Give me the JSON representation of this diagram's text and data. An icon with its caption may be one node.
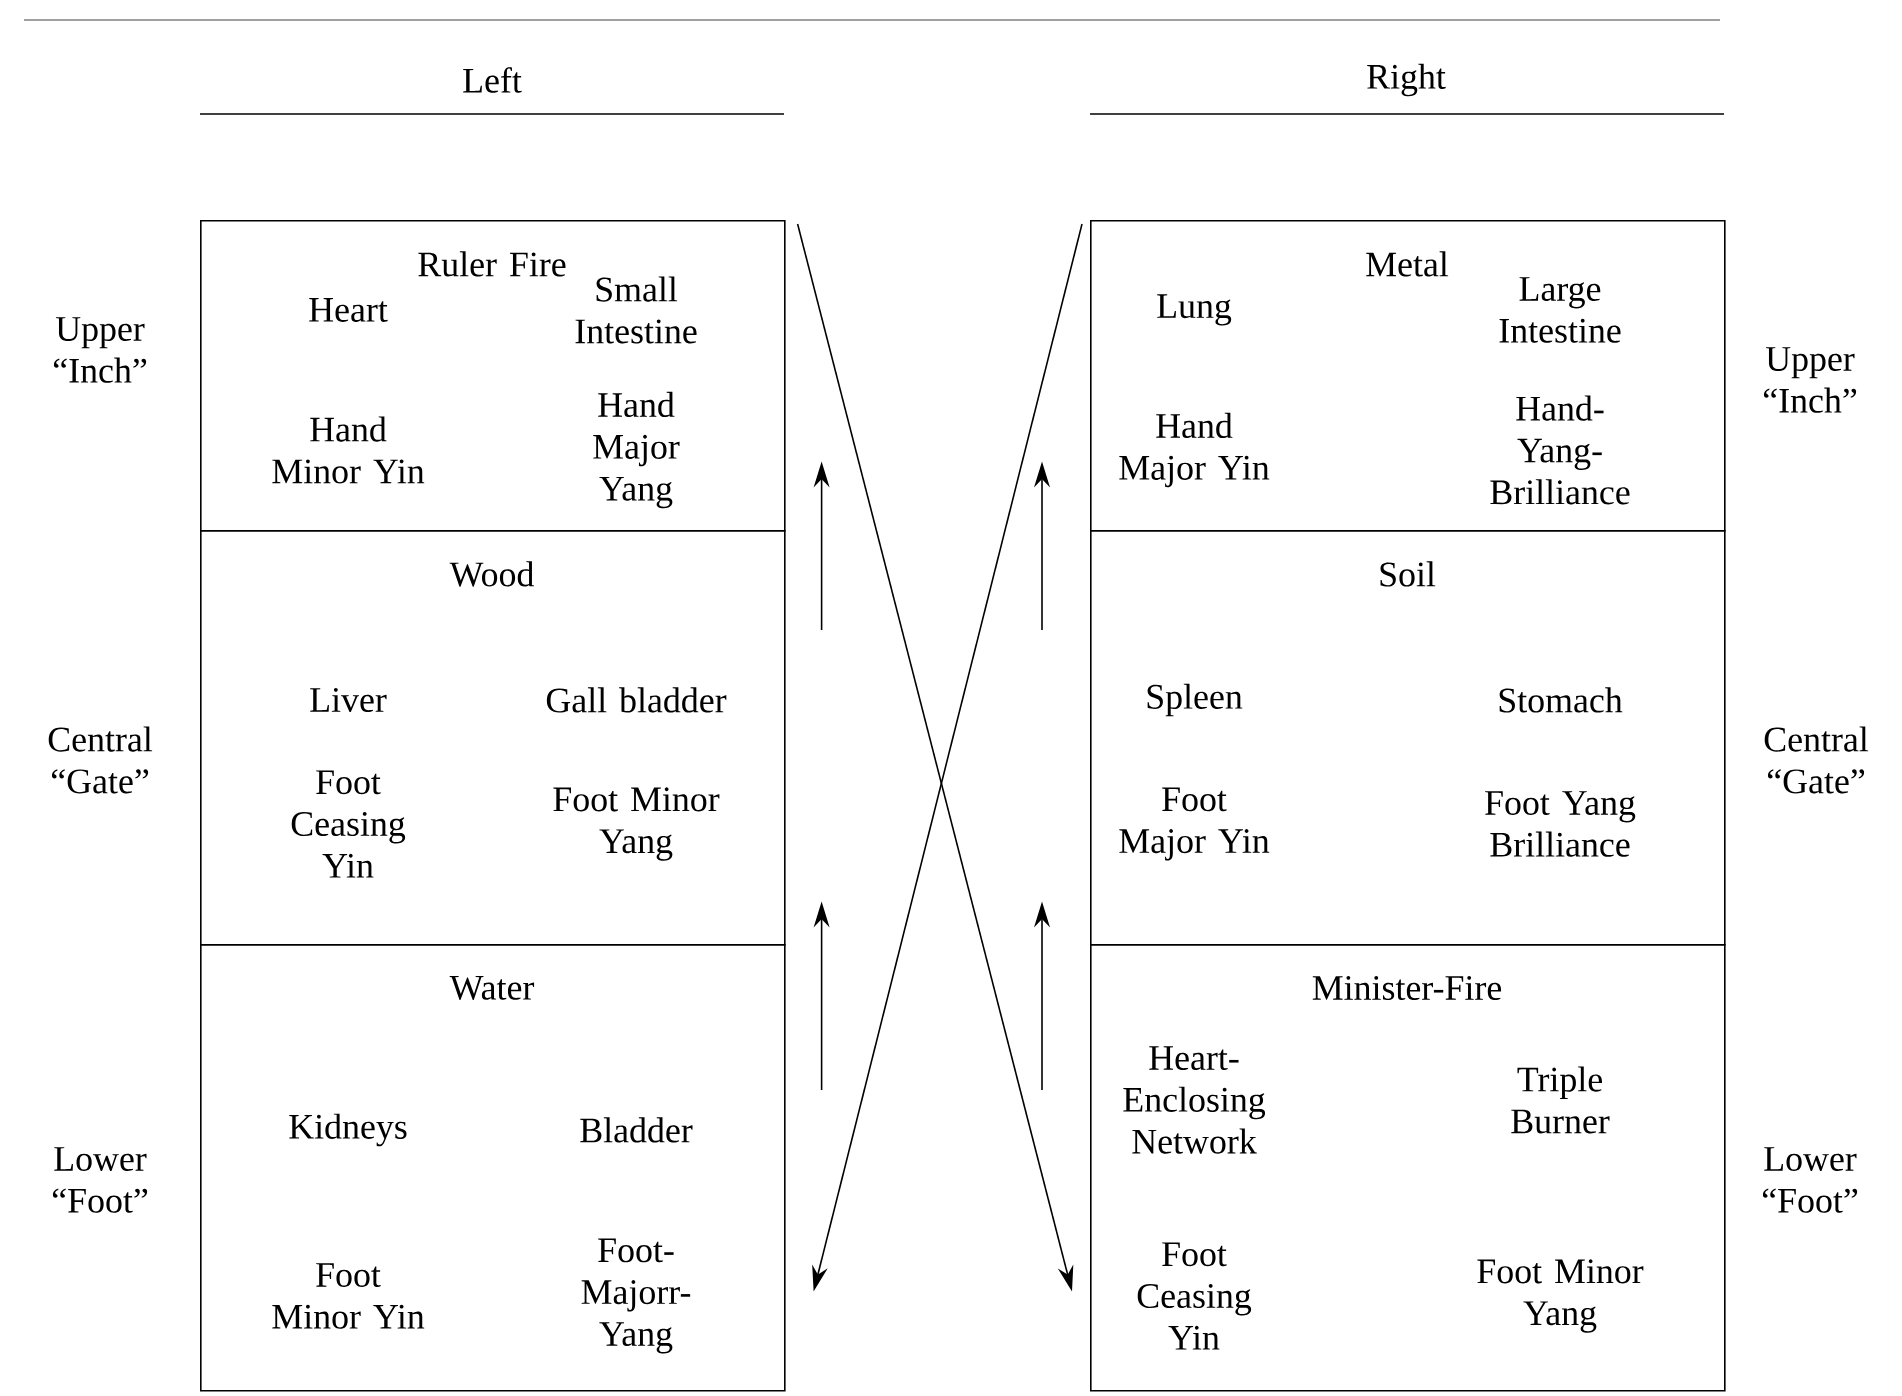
{
  "diagram": {
    "nodes": [
      {
        "text": [
          "Ruler Fire",
          "Heart",
          "Small Intestine",
          "Hand Minor Yin",
          "Hand Major Yang"
        ]
      },
      {
        "text": [
          "Wood",
          "Liver",
          "Gall bladder",
          "Foot Ceasing Yin",
          "Foot Minor Yang"
        ]
      },
      {
        "text": [
          "Water",
          "Kidneys",
          "Bladder",
          "Foot Minor Yin",
          "Foot-Majorr-Yang"
        ]
      },
      {
        "text": [
          "Metal",
          "Lung",
          "Large Intestine",
          "Hand Major Yin",
          "Hand-Yang-Brilliance"
        ]
      },
      {
        "text": [
          "Soil",
          "Spleen",
          "Stomach",
          "Foot Major Yin",
          "Foot Yang Brilliance"
        ]
      },
      {
        "text": [
          "Minister-Fire",
          "Heart-Enclosing Network",
          "Triple Burner",
          "Foot Ceasing Yin",
          "Foot Minor Yang"
        ]
      }
    ],
    "edges": [
      {
        "from": 0,
        "to": 5,
        "arrow": "to"
      },
      {
        "from": 3,
        "to": 2,
        "arrow": "to"
      },
      {
        "from": 1,
        "to": 0,
        "arrow": "to"
      },
      {
        "from": 2,
        "to": 1,
        "arrow": "to"
      },
      {
        "from": 4,
        "to": 3,
        "arrow": "to"
      },
      {
        "from": 5,
        "to": 4,
        "arrow": "to"
      }
    ],
    "labels": [
      "Left",
      "Right",
      "Upper “Inch”",
      "Upper “Inch”",
      "Central “Gate”",
      "Central “Gate”",
      "Lower “Foot”",
      "Lower “Foot”"
    ]
  }
}
